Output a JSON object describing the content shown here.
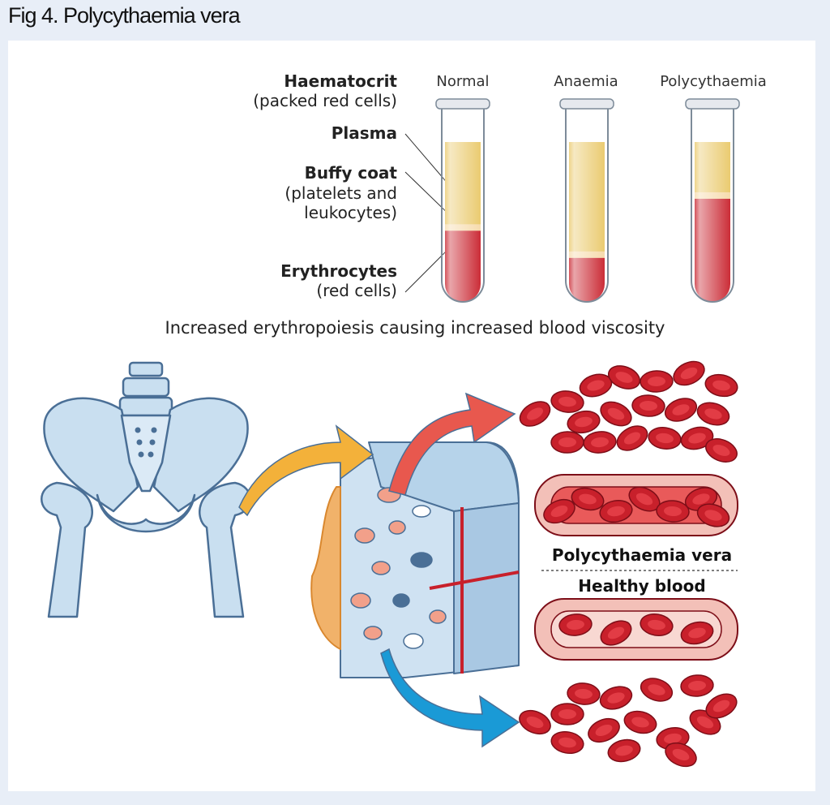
{
  "figure": {
    "title": "Fig 4. Polycythaemia vera"
  },
  "labels": {
    "haematocrit": "Haematocrit",
    "haematocrit_sub": "(packed red cells)",
    "plasma": "Plasma",
    "buffy": "Buffy coat",
    "buffy_sub1": "(platelets and",
    "buffy_sub2": "leukocytes)",
    "erythrocytes": "Erythrocytes",
    "erythrocytes_sub": "(red cells)"
  },
  "tubes": [
    {
      "name": "Normal",
      "red_fraction": 0.45
    },
    {
      "name": "Anaemia",
      "red_fraction": 0.28
    },
    {
      "name": "Polycythaemia",
      "red_fraction": 0.65
    }
  ],
  "caption": "Increased erythropoiesis causing increased blood viscosity",
  "legend": {
    "pv": "Polycythaemia vera",
    "healthy": "Healthy blood"
  },
  "colors": {
    "plasma": "#e9c868",
    "buffy": "#f6d9a8",
    "blood": "#c8202b",
    "bone": "#c9dff0",
    "bone_outline": "#4a6f96",
    "arrow_yellow": "#f3b13a",
    "arrow_red": "#e8584e",
    "arrow_blue": "#1a9ad6"
  }
}
